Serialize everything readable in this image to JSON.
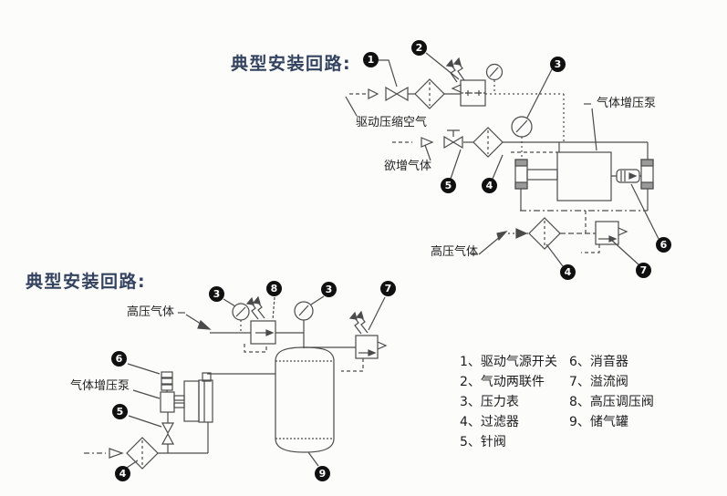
{
  "diagram_top": {
    "title": "典型安装回路:",
    "labels": {
      "drive_air": "驱动压缩空气",
      "boost_gas": "欲增气体",
      "booster_pump": "气体增压泵",
      "hp_gas": "高压气体"
    },
    "badges": [
      {
        "n": "1"
      },
      {
        "n": "2"
      },
      {
        "n": "3"
      },
      {
        "n": "5"
      },
      {
        "n": "4"
      },
      {
        "n": "4"
      },
      {
        "n": "7"
      },
      {
        "n": "6"
      }
    ]
  },
  "diagram_bottom": {
    "title": "典型安装回路:",
    "labels": {
      "hp_gas": "高压气体",
      "booster_pump": "气体增压泵"
    },
    "badges": [
      {
        "n": "3"
      },
      {
        "n": "8"
      },
      {
        "n": "3"
      },
      {
        "n": "7"
      },
      {
        "n": "6"
      },
      {
        "n": "5"
      },
      {
        "n": "4"
      },
      {
        "n": "9"
      }
    ]
  },
  "legend": {
    "items": [
      {
        "text": "1、驱动气源开关"
      },
      {
        "text": "2、气动两联件"
      },
      {
        "text": "3、压力表"
      },
      {
        "text": "4、过滤器"
      },
      {
        "text": "5、针阀"
      },
      {
        "text": "6、消音器"
      },
      {
        "text": "7、溢流阀"
      },
      {
        "text": "8、高压调压阀"
      },
      {
        "text": "9、储气罐"
      }
    ]
  },
  "colors": {
    "title_text": "#33425f",
    "schematic_line": "#4b4b4b",
    "badge_fill": "#101010"
  }
}
